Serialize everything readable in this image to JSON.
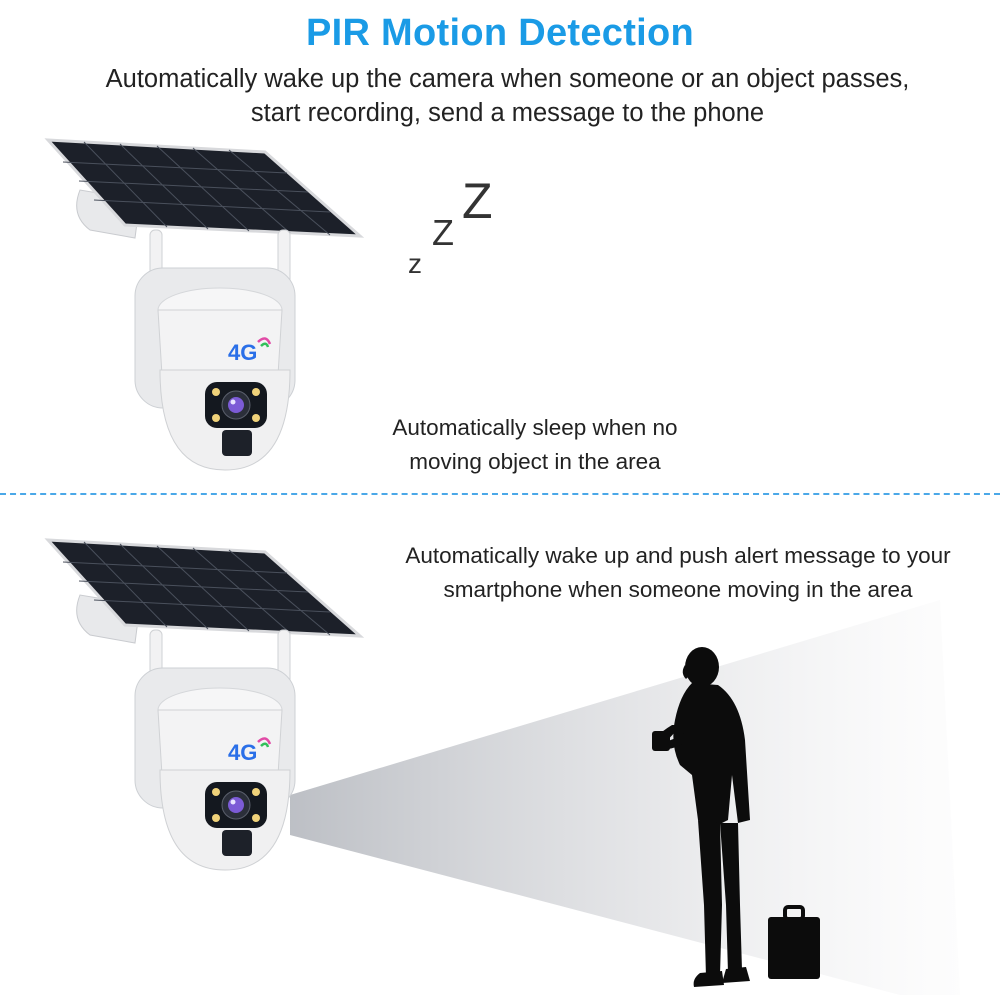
{
  "header": {
    "title": "PIR Motion Detection",
    "subtitle": "Automatically wake up the camera when someone or an object passes, start recording, send a message to the phone"
  },
  "sleep_scene": {
    "caption_line1": "Automatically sleep when no",
    "caption_line2": "moving object in the area",
    "z_small": "z",
    "z_medium": "Z",
    "z_large": "Z"
  },
  "wake_scene": {
    "caption_line1": "Automatically wake up and push alert message to your",
    "caption_line2": "smartphone when someone moving in the area"
  },
  "camera": {
    "network_badge": "4G",
    "badge_color": "#2a6fe8",
    "panel_color": "#14181f"
  },
  "colors": {
    "title": "#1a9be6",
    "divider": "#4aa8e8"
  }
}
